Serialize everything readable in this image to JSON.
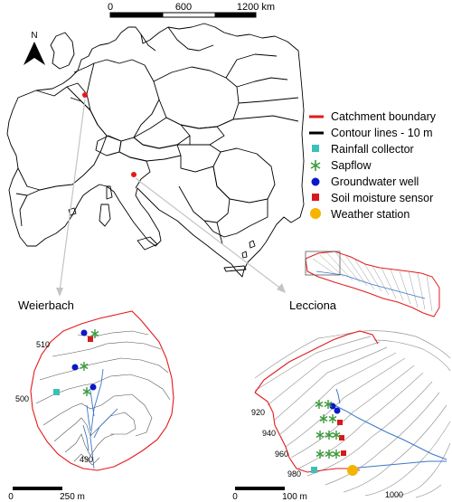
{
  "scalebar_top": {
    "ticks": [
      "0",
      "600",
      "1200 km"
    ]
  },
  "north_arrow": {
    "label": "N"
  },
  "legend": {
    "items": [
      {
        "label": "Catchment boundary",
        "symbol": "line",
        "color": "#e31a1c"
      },
      {
        "label": "Contour lines - 10 m",
        "symbol": "line",
        "color": "#000000"
      },
      {
        "label": "Rainfall collector",
        "symbol": "square",
        "color": "#3cc0b8"
      },
      {
        "label": "Sapflow",
        "symbol": "asterisk",
        "color": "#3a9a3a"
      },
      {
        "label": "Groundwater well",
        "symbol": "circle",
        "color": "#0a18c8"
      },
      {
        "label": "Soil moisture sensor",
        "symbol": "square",
        "color": "#d7191c"
      },
      {
        "label": "Weather station",
        "symbol": "circle",
        "color": "#f5b400"
      }
    ]
  },
  "weierbach": {
    "title": "Weierbach",
    "contour_labels": [
      "510",
      "500",
      "490"
    ],
    "scalebar": {
      "ticks": [
        "0",
        "250 m"
      ]
    }
  },
  "lecciona": {
    "title": "Lecciona",
    "contour_labels": [
      "920",
      "940",
      "960",
      "980",
      "1000"
    ],
    "scalebar": {
      "ticks": [
        "0",
        "100 m"
      ]
    }
  },
  "colors": {
    "boundary": "#e31a1c",
    "stream": "#3a78c8",
    "contour": "#555555",
    "lecciona_contour": "#9a9a9a",
    "country": "#000000",
    "leader": "#c8c8c8",
    "site_marker": "#e31a1c"
  }
}
